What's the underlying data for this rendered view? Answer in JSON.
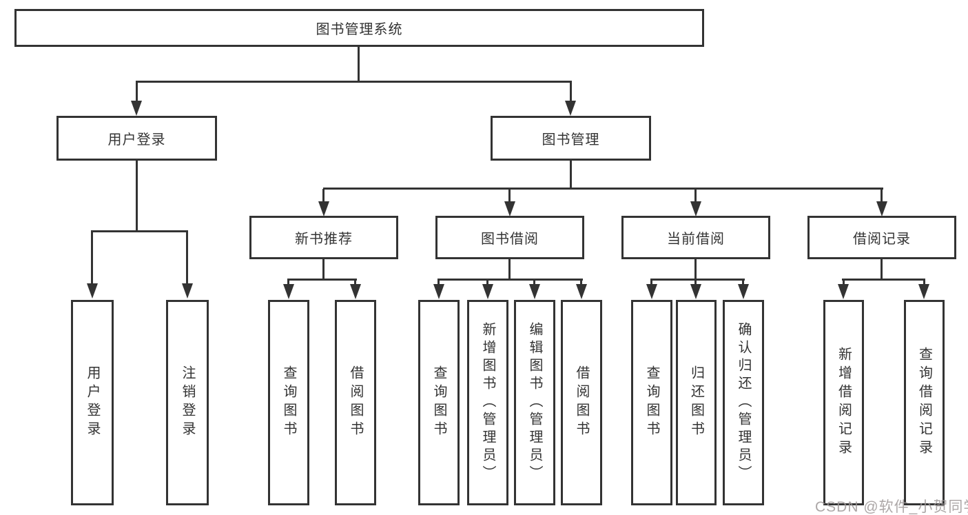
{
  "diagram": {
    "type": "hierarchy-tree",
    "root": {
      "label": "图书管理系统"
    },
    "level2": [
      {
        "label": "用户登录"
      },
      {
        "label": "图书管理"
      }
    ],
    "level3": [
      {
        "label": "新书推荐"
      },
      {
        "label": "图书借阅"
      },
      {
        "label": "当前借阅"
      },
      {
        "label": "借阅记录"
      }
    ],
    "leaves": {
      "user_login": [
        {
          "label": "用户登录"
        },
        {
          "label": "注销登录"
        }
      ],
      "new_book_recommend": [
        {
          "label": "查询图书"
        },
        {
          "label": "借阅图书"
        }
      ],
      "book_borrow": [
        {
          "label": "查询图书"
        },
        {
          "label": "新增图书（管理员）"
        },
        {
          "label": "编辑图书（管理员）"
        },
        {
          "label": "借阅图书"
        }
      ],
      "current_borrow": [
        {
          "label": "查询图书"
        },
        {
          "label": "归还图书"
        },
        {
          "label": "确认归还（管理员）"
        }
      ],
      "borrow_records": [
        {
          "label": "新增借阅记录"
        },
        {
          "label": "查询借阅记录"
        }
      ]
    }
  },
  "watermark": {
    "text": "CSDN @软件_小贺同学"
  },
  "colors": {
    "line": "#333333",
    "box_border": "#333333",
    "box_fill": "#ffffff",
    "background": "#ffffff",
    "watermark": "#9e9898"
  }
}
